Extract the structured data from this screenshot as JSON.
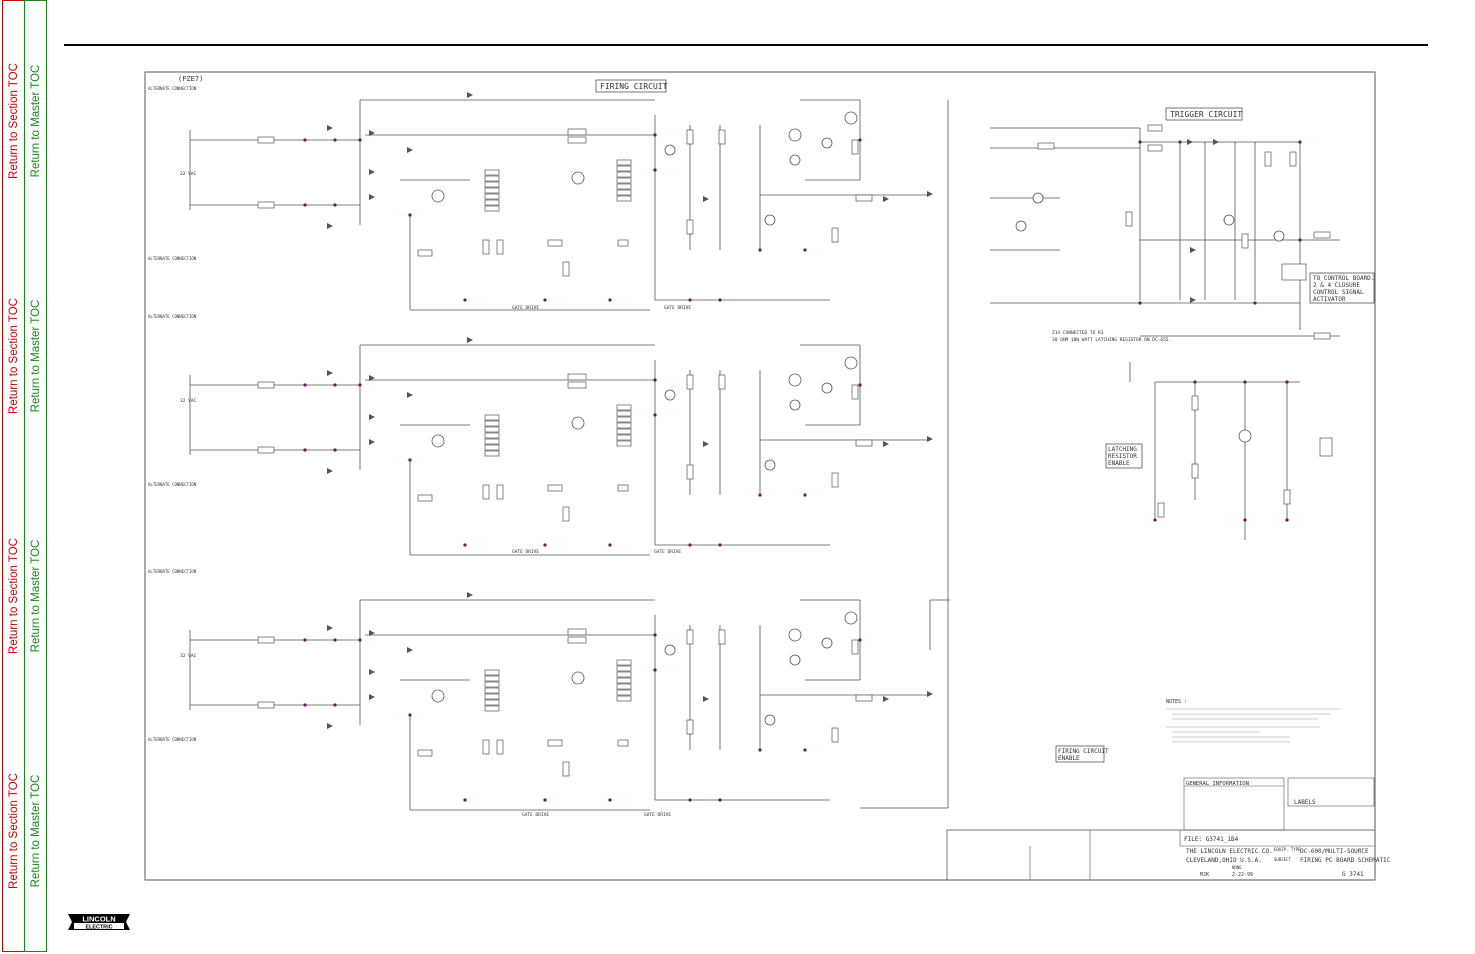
{
  "sidebar": {
    "section_label": "Return to Section TOC",
    "master_label": "Return to Master TOC"
  },
  "schematic": {
    "top_left_label": "(FZE7)",
    "firing_circuit": "FIRING CIRCUIT",
    "trigger_circuit": "TRIGGER CIRCUIT",
    "control_board_note": [
      "TO CONTROL BOARD.",
      "2 & 4 CLOSURE",
      "CONTROL SIGNAL",
      "ACTIVATOR"
    ],
    "latching_enable": [
      "LATCHING",
      "RESISTOR",
      "ENABLE"
    ],
    "firing_enable": [
      "FIRING CIRCUIT",
      "ENABLE"
    ],
    "z4_note": [
      "Z14 CONNECTED TO R3",
      "30 OHM 10W WATT LATCHING RESISTOR ON DC-655."
    ],
    "notes_title": "NOTES :",
    "general_info": "GENERAL INFORMATION",
    "labels_title": "LABELS",
    "file_label": "FILE: G3741_1B4",
    "company": "THE LINCOLN ELECTRIC CO.",
    "city": "CLEVELAND,OHIO U.S.A.",
    "subject_label": "SUBJECT",
    "subject": "FIRING PC BOARD SCHEMATIC",
    "type_label": "EQUIP. TYPE",
    "type": "DC-600/MULTI-SOURCE",
    "drawing_no": "G 3741",
    "date": "2-22-99",
    "dr": "MJK",
    "scale": "NONE",
    "alt_conn": "ALTERNATE CONNECTION",
    "vac_32": "32 VAC",
    "gate_drive": "GATE DRIVE"
  },
  "logo": {
    "brand": "LINCOLN",
    "sub": "ELECTRIC"
  }
}
